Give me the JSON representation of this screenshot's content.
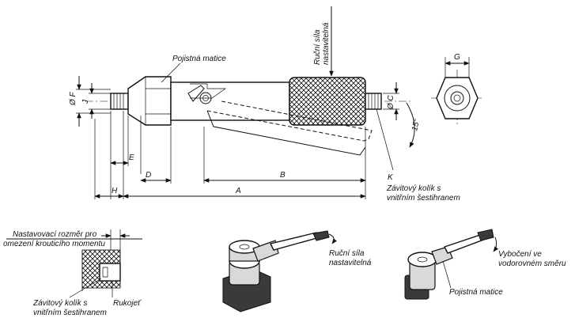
{
  "labels": {
    "pojistna_matice_top": "Pojistná matice",
    "rucni_sila_line1": "Ruční síla",
    "rucni_sila_line2": "nastavitelná",
    "zavitovy_kolik_line1": "Závitový kolík s",
    "zavitovy_kolik_line2": "vnitřním šestihranem",
    "nastavovaci_line1": "Nastavovací rozměr pro",
    "nastavovaci_line2": "omezení krouticího momentu",
    "zavitovy_kolik_detail_line1": "Závitový kolík s",
    "zavitovy_kolik_detail_line2": "vnitřním šestihranem",
    "rukojet": "Rukojeť",
    "rucni_sila_3d_line1": "Ruční síla",
    "rucni_sila_3d_line2": "nastavitelná",
    "vyboceni_line1": "Vybočení ve",
    "vyboceni_line2": "vodorovném směru",
    "pojistna_matice_3d": "Pojistná matice"
  },
  "dimensions": {
    "F": "Ø F",
    "J": "J",
    "C": "Ø C",
    "G": "G",
    "E": "E",
    "D": "D",
    "B": "B",
    "A": "A",
    "H": "H",
    "K": "K",
    "angle": "15°"
  }
}
